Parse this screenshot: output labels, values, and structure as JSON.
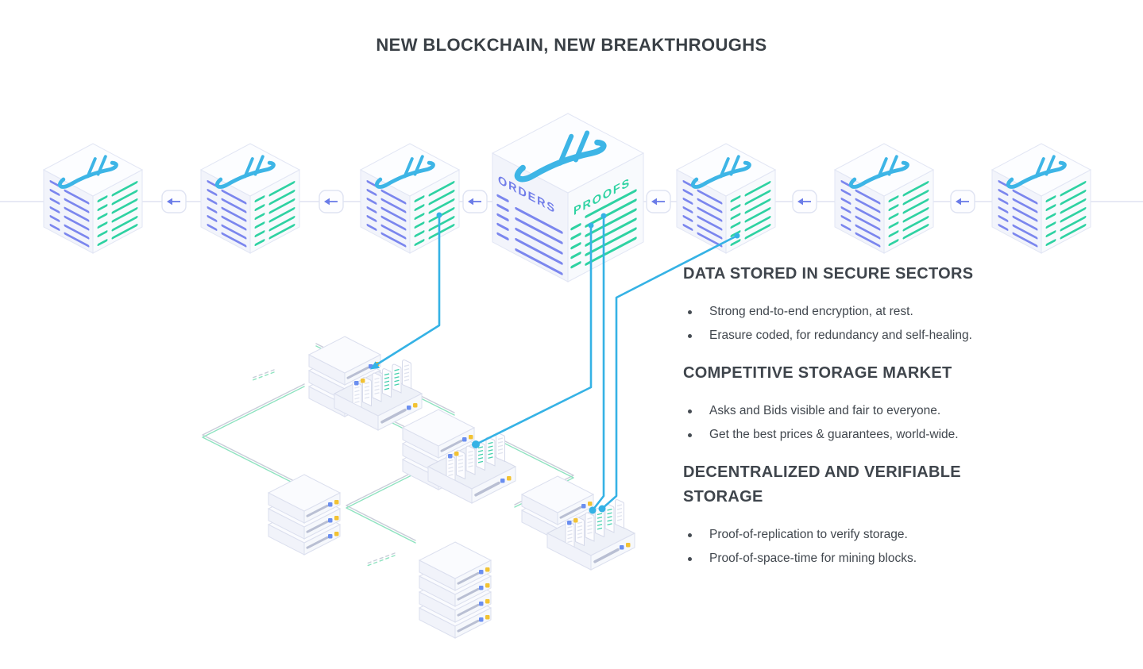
{
  "title": "NEW BLOCKCHAIN, NEW BREAKTHROUGHS",
  "chain": {
    "num_blocks": 7,
    "block_label_left": "ORDERS",
    "block_label_right": "PROOFS",
    "arrow_direction": "left"
  },
  "sections": [
    {
      "heading": "DATA STORED IN SECURE SECTORS",
      "bullets": [
        "Strong end-to-end encryption, at rest.",
        "Erasure coded, for redundancy and self-healing."
      ]
    },
    {
      "heading": "COMPETITIVE STORAGE MARKET",
      "bullets": [
        "Asks and Bids visible and fair to everyone.",
        "Get the best prices & guarantees, world-wide."
      ]
    },
    {
      "heading": "DECENTRALIZED AND VERIFIABLE STORAGE",
      "bullets": [
        "Proof-of-replication to verify storage.",
        "Proof-of-space-time for mining blocks."
      ]
    }
  ],
  "colors": {
    "logo_cyan": "#3db5e6",
    "orders_purple": "#717de9",
    "proofs_green": "#2fd3a3",
    "face_line_purple": "#7b86ee",
    "face_line_green": "#2ed2a2",
    "connector_cyan": "#35b2e5",
    "arrow_blue": "#6b7ce8",
    "chain_line": "#dfe2f0",
    "cable_green": "#8fe3c0",
    "cable_gray": "#c9cdd9",
    "indicator_yellow": "#f2c233",
    "indicator_blue": "#6a8ef0"
  }
}
